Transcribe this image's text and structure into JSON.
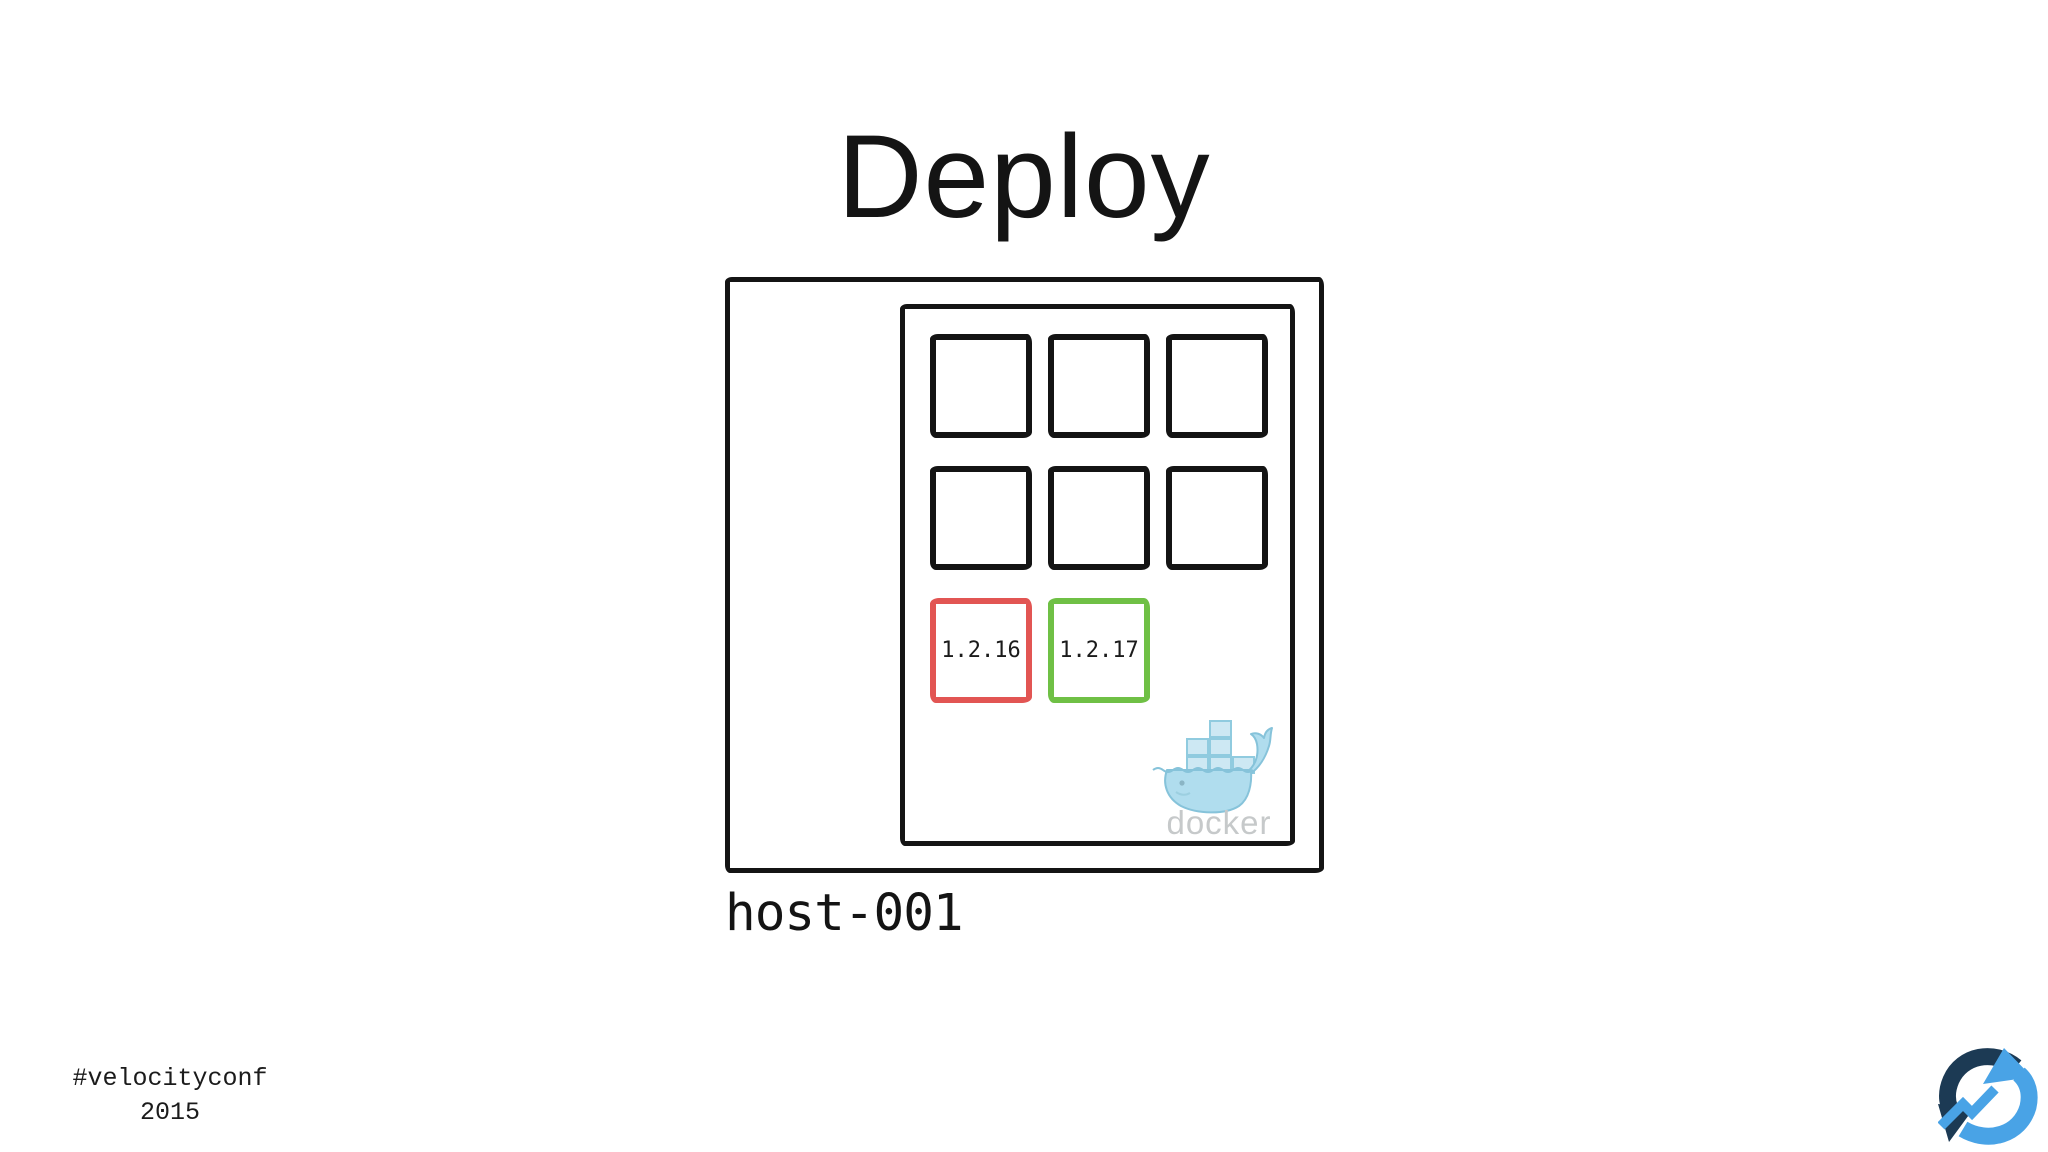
{
  "title": "Deploy",
  "host": {
    "label": "host-001",
    "empty_container_slots": 6,
    "containers": [
      {
        "version": "1.2.16",
        "status": "old",
        "border_color": "#e25553"
      },
      {
        "version": "1.2.17",
        "status": "new",
        "border_color": "#6fc045"
      }
    ]
  },
  "docker": {
    "wordmark": "docker"
  },
  "footer": {
    "hashtag": "#velocityconf",
    "year": "2015"
  },
  "colors": {
    "ink": "#141414",
    "old_version_red": "#e25553",
    "new_version_green": "#6fc045",
    "docker_whale_blue": "#b0ddee",
    "docker_whale_stroke": "#86c3da",
    "docker_wordmark_gray": "#c6c9ca",
    "corner_logo_navy": "#1c3a54",
    "corner_logo_blue": "#49a3e6"
  }
}
